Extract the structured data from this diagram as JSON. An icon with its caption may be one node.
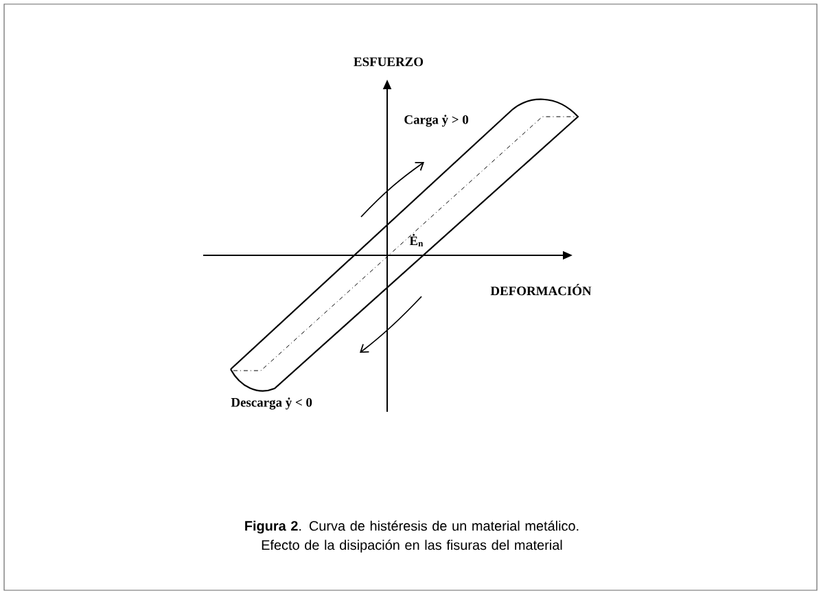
{
  "diagram": {
    "caption": "**Figura 2**. Curva de histéresis de un material metálico. Efecto de la disipación en las fisuras del material",
    "labels": [
      "ESFUERZO",
      "Carga ẏ > 0",
      "Ė$_{n}$",
      "DEFORMACIÓN",
      "Descarga ẏ < 0"
    ]
  }
}
